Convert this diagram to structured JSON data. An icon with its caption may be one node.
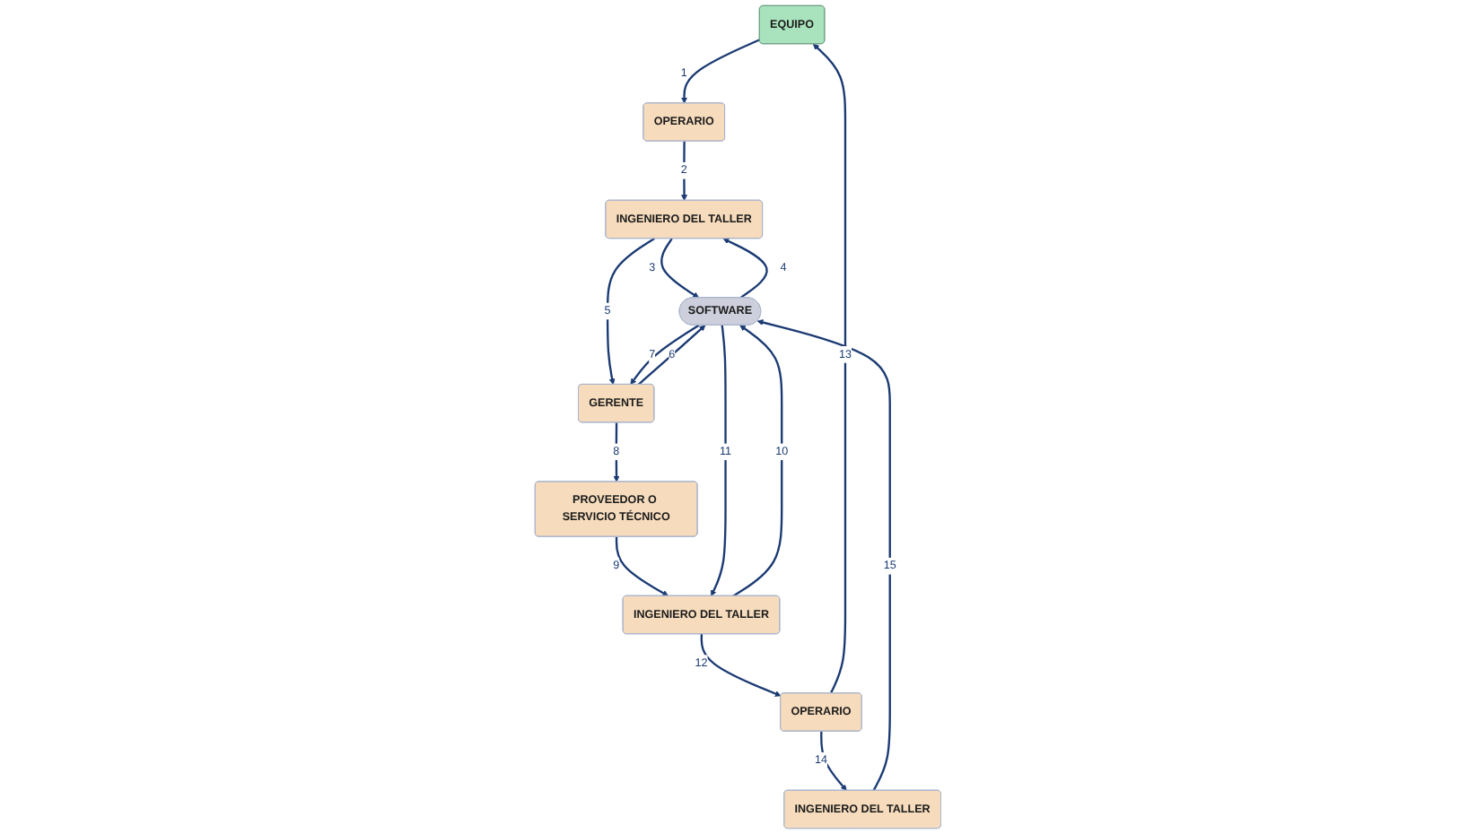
{
  "diagram": {
    "nodes": [
      {
        "text": [
          "EQUIPO"
        ]
      },
      {
        "text": [
          "OPERARIO"
        ]
      },
      {
        "text": [
          "INGENIERO DEL TALLER"
        ]
      },
      {
        "text": [
          "OPERARIO"
        ]
      },
      {
        "text": [
          "INGENIERO DEL TALLER"
        ]
      },
      {
        "text": [
          "SOFTWARE"
        ]
      },
      {
        "text": [
          "INGENIERO DEL TALLER"
        ]
      },
      {
        "text": [
          "PROVEEDOR O SERVICIO TÉCNICO"
        ]
      },
      {
        "text": [
          "GERENTE"
        ]
      }
    ],
    "edges": [
      {
        "from": 0,
        "to": 3,
        "arrow": "to",
        "label": "1"
      },
      {
        "from": 3,
        "to": 6,
        "arrow": "to",
        "label": "2"
      },
      {
        "from": 6,
        "to": 5,
        "arrow": "to",
        "label": "3"
      },
      {
        "from": 5,
        "to": 6,
        "arrow": "to",
        "label": "4"
      },
      {
        "from": 6,
        "to": 8,
        "arrow": "to",
        "label": "5"
      },
      {
        "from": 8,
        "to": 5,
        "arrow": "to",
        "label": "6"
      },
      {
        "from": 5,
        "to": 8,
        "arrow": "to",
        "label": "7"
      },
      {
        "from": 8,
        "to": 7,
        "arrow": "to",
        "label": "8"
      },
      {
        "from": 7,
        "to": 4,
        "arrow": "to",
        "label": "9"
      },
      {
        "from": 4,
        "to": 5,
        "arrow": "to",
        "label": "10"
      },
      {
        "from": 5,
        "to": 4,
        "arrow": "to",
        "label": "11"
      },
      {
        "from": 4,
        "to": 1,
        "arrow": "to",
        "label": "12"
      },
      {
        "from": 1,
        "to": 0,
        "arrow": "to",
        "label": "13"
      },
      {
        "from": 1,
        "to": 2,
        "arrow": "to",
        "label": "14"
      },
      {
        "from": 2,
        "to": 5,
        "arrow": "to",
        "label": "15"
      }
    ]
  }
}
